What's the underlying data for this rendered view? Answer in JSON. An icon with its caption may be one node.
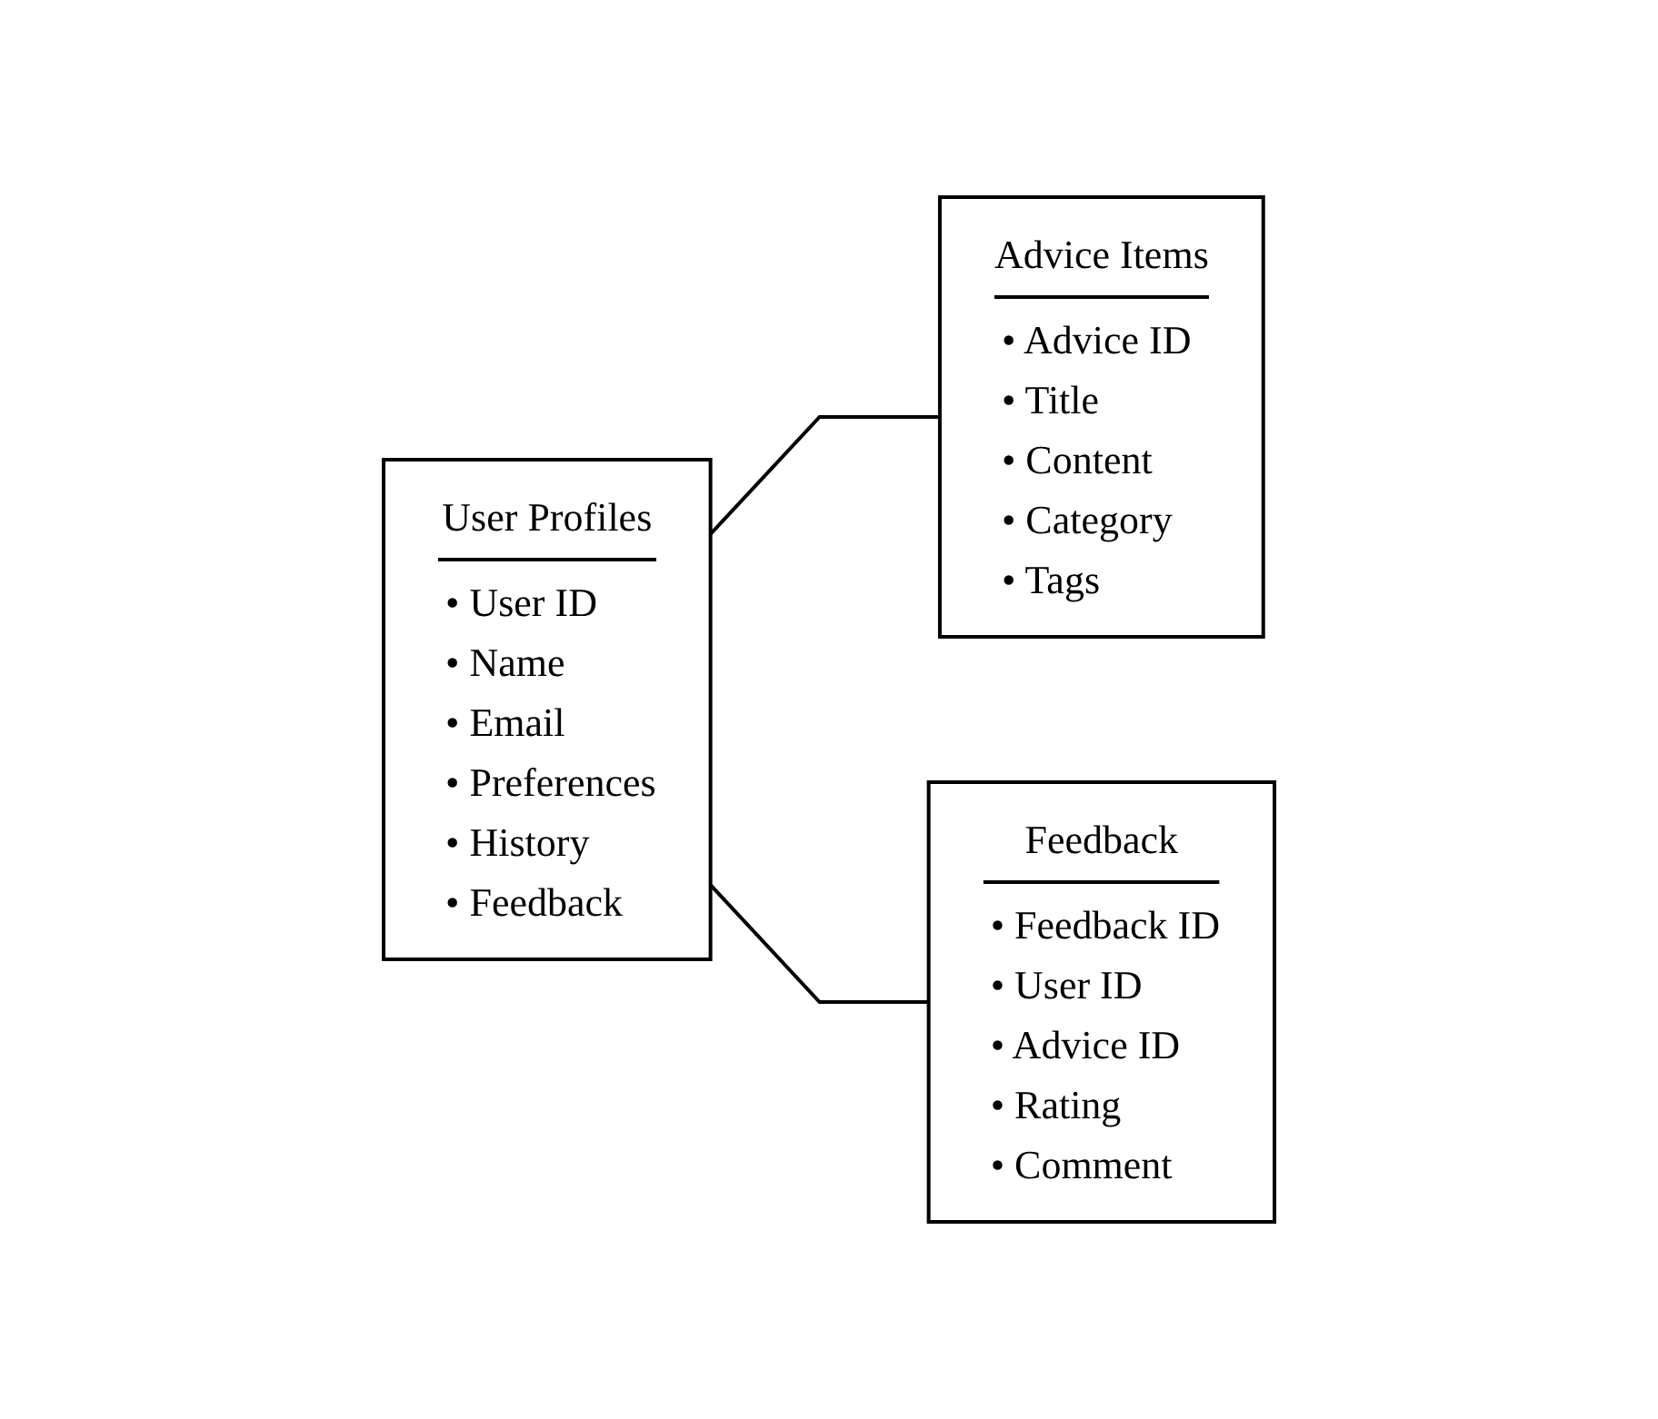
{
  "diagram": {
    "nodes": [
      {
        "text": [
          "User Profiles",
          "• User ID",
          "• Name",
          "• Email",
          "• Preferences",
          "• History",
          "• Feedback"
        ]
      },
      {
        "text": [
          "Advice Items",
          "• Advice ID",
          "• Title",
          "• Content",
          "• Category",
          "• Tags"
        ]
      },
      {
        "text": [
          "Feedback",
          "• Feedback ID",
          "• User ID",
          "• Advice ID",
          "• Rating",
          "• Comment"
        ]
      }
    ],
    "edges": [
      {
        "from": 0,
        "to": 1,
        "arrow": "none"
      },
      {
        "from": 0,
        "to": 2,
        "arrow": "none"
      }
    ]
  }
}
